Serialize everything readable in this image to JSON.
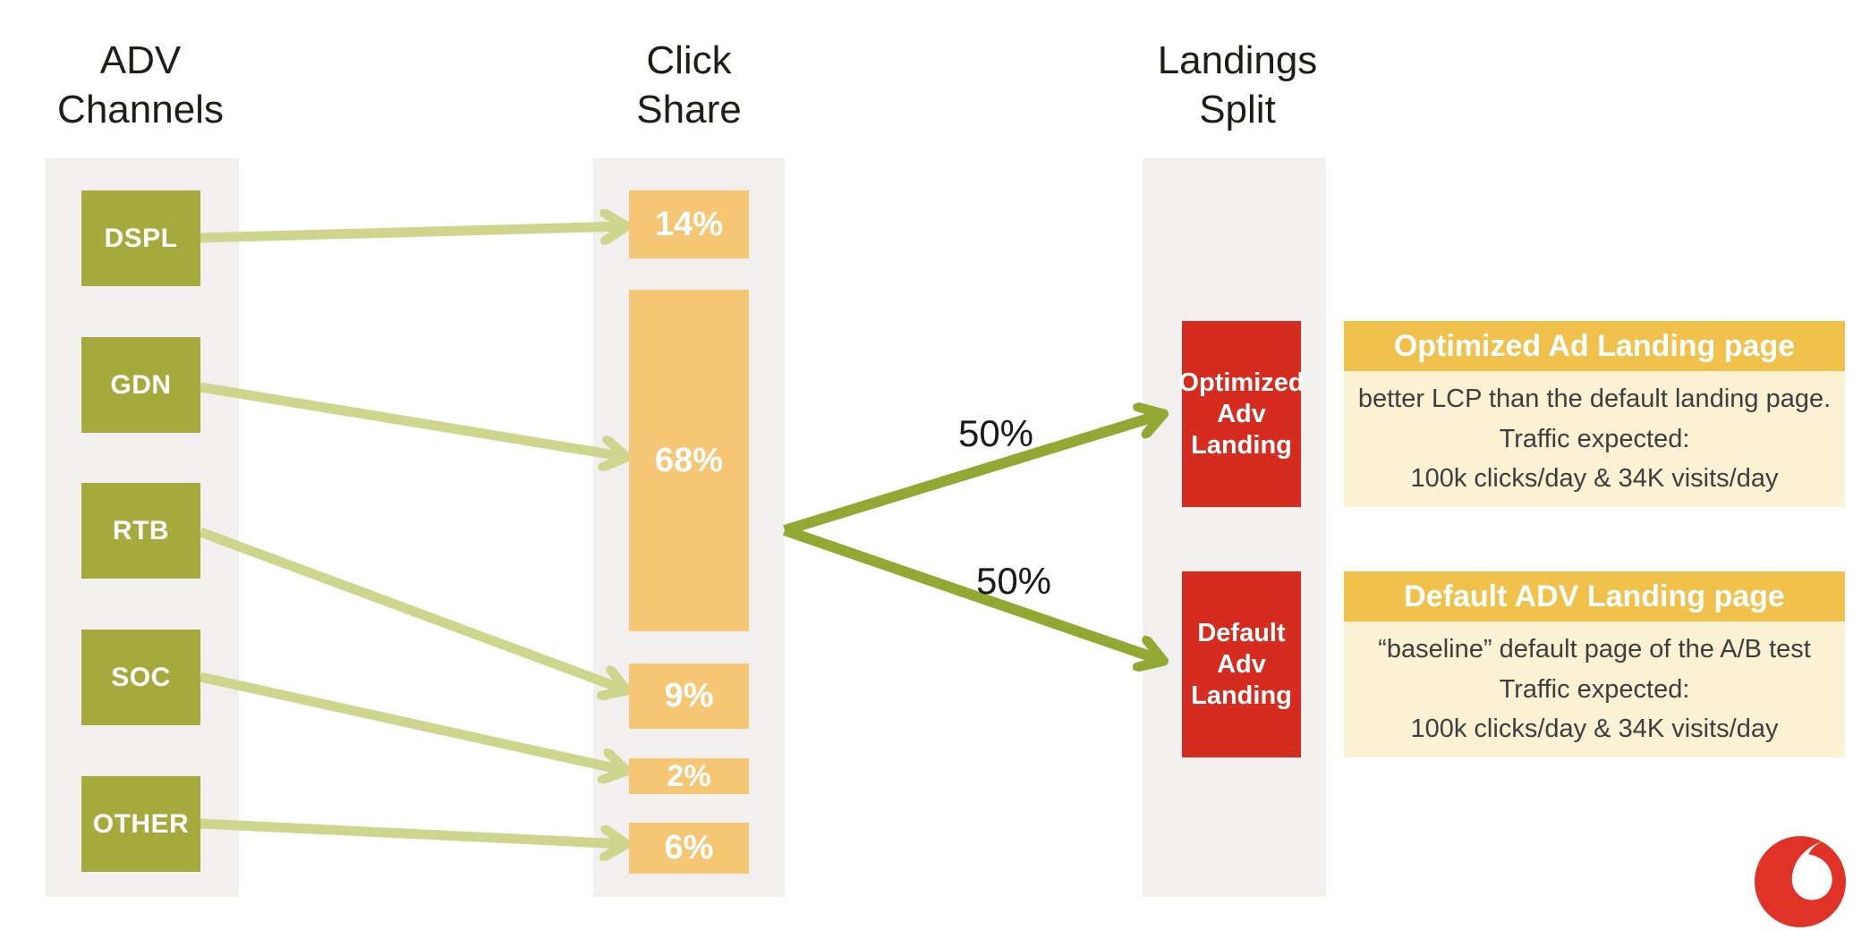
{
  "columns": {
    "channels": {
      "title": "ADV\nChannels",
      "items": [
        "DSPL",
        "GDN",
        "RTB",
        "SOC",
        "OTHER"
      ]
    },
    "click_share": {
      "title": "Click\nShare",
      "items": [
        "14%",
        "68%",
        "9%",
        "2%",
        "6%"
      ]
    },
    "landings": {
      "title": "Landings\nSplit",
      "boxes": [
        "Optimized\nAdv\nLanding",
        "Default\nAdv\nLanding"
      ]
    }
  },
  "flows": {
    "channel_to_share": [
      {
        "from": "DSPL",
        "to": "14%"
      },
      {
        "from": "GDN",
        "to": "68%"
      },
      {
        "from": "RTB",
        "to": "9%"
      },
      {
        "from": "SOC",
        "to": "2%"
      },
      {
        "from": "OTHER",
        "to": "6%"
      }
    ],
    "share_to_landing": [
      {
        "to": "Optimized Adv Landing",
        "label": "50%"
      },
      {
        "to": "Default Adv Landing",
        "label": "50%"
      }
    ]
  },
  "split": {
    "labels": [
      "50%",
      "50%"
    ]
  },
  "cards": [
    {
      "title": "Optimized Ad Landing page",
      "lines": [
        "better LCP than the default landing page.",
        "Traffic expected:",
        "100k clicks/day  & 34K visits/day"
      ]
    },
    {
      "title": "Default ADV Landing page",
      "lines": [
        "“baseline” default page of the A/B test",
        "Traffic expected:",
        "100k clicks/day  & 34K visits/day"
      ]
    }
  ],
  "logo": {
    "name": "vodafone-logo",
    "color": "#e03226"
  },
  "colors": {
    "channel_green": "#a5aa3c",
    "share_orange": "#f5c673",
    "landing_red": "#d52c1f",
    "card_header_gold": "#f0c14b",
    "card_body_cream": "#faf2d3",
    "column_bg": "#f1f0ee",
    "arrow_light": "#ccd68c",
    "arrow_dark": "#93a733",
    "title_text": "#1d1d1b"
  }
}
